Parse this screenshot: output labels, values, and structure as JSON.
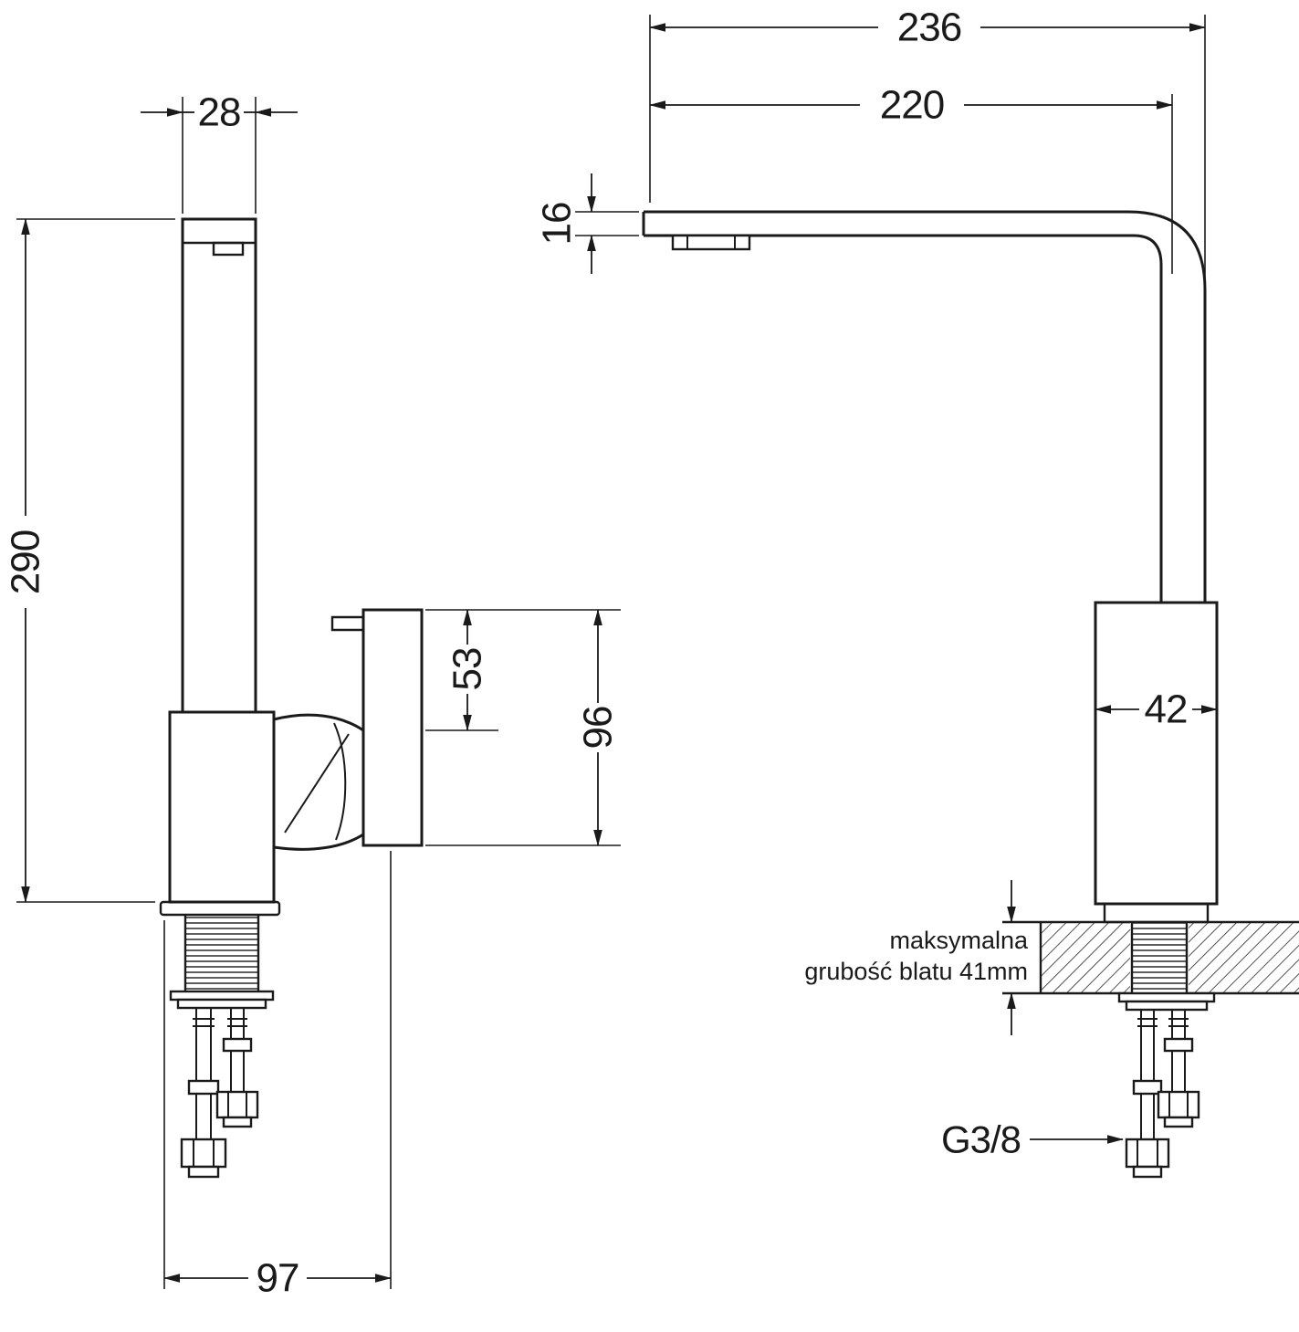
{
  "meta": {
    "type": "technical-dimension-drawing",
    "subject": "kitchen faucet (tap) — side view and front view with installation dimensions",
    "units": "mm"
  },
  "labels": {
    "dim_width_top": "28",
    "dim_height": "290",
    "dim_lever_drop": "53",
    "dim_lever_height": "96",
    "dim_base_depth": "97",
    "dim_total_reach": "236",
    "dim_spout_reach": "220",
    "dim_spout_thickness": "16",
    "dim_body_width": "42",
    "note_line1": "maksymalna",
    "note_line2": "grubość blatu 41mm",
    "thread_size": "G3/8"
  }
}
